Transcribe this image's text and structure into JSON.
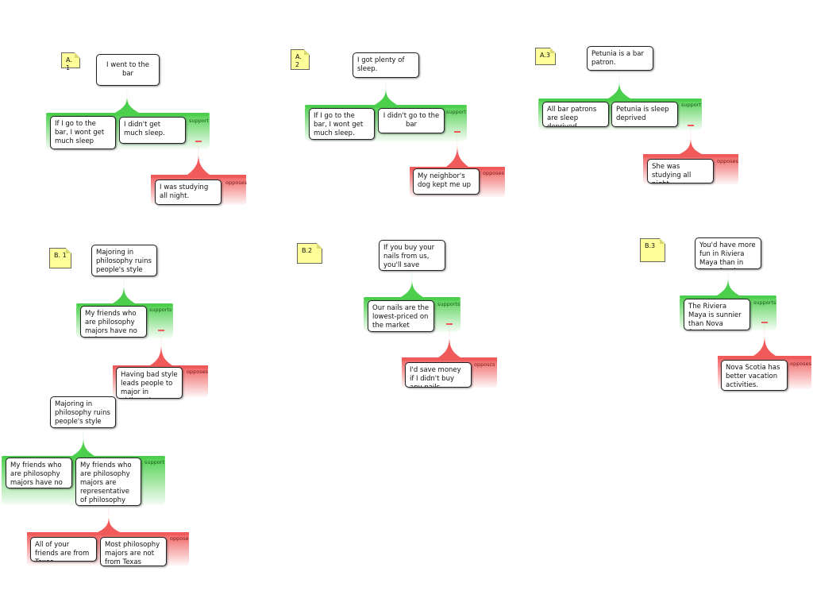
{
  "labels": {
    "a1": "A. 1",
    "a2": "A.\n2",
    "a3": "A.3",
    "b1": "B. 1",
    "b2": "B.2",
    "b3": "B.3"
  },
  "claims": {
    "a1_main": "I went to the bar",
    "a1_reason1": "If I go to the bar, I wont get much sleep",
    "a1_reason2": "I didn't get much sleep.",
    "a1_objection": "I was studying all night.",
    "a2_main": "I got plenty of sleep.",
    "a2_reason1": "If I go to the bar, I wont get much sleep.",
    "a2_reason2": "I didn't go to the bar",
    "a2_objection": "My neighbor's dog kept me up",
    "a3_main": "Petunia is a bar patron.",
    "a3_reason1": "All bar patrons are sleep deprived",
    "a3_reason2": "Petunia is sleep deprived",
    "a3_objection": "She was studying all night.",
    "b1_main": "Majoring in philosophy ruins people's style",
    "b1_reason": "My friends who are philosophy majors have no style",
    "b1_objection": "Having bad style leads people to major in philosophy",
    "b1b_main": "Majoring in philosophy ruins people's style",
    "b1b_reason1": "My friends who are philosophy majors have no style.",
    "b1b_reason2": "My friends who are philosophy majors are representative of philosophy majors.",
    "b1b_objection1": "All of your friends are from Texas",
    "b1b_objection2": "Most philosophy majors are not from Texas",
    "b2_main": "If you buy your nails from us, you'll save money",
    "b2_reason": "Our nails are the lowest-priced on the market",
    "b2_objection": "I'd save money if I didn't buy any nails",
    "b3_main": "You'd have more fun in Riviera Maya than in Nova Scotia",
    "b3_reason": "The Riviera Maya is sunnier than Nova Scotia",
    "b3_objection": "Nova Scotia has better vacation activities."
  },
  "tags": {
    "a1_support": "support",
    "a1_oppose": "opposes",
    "a2_support": "support",
    "a2_oppose": "opposes",
    "a3_support": "support",
    "a3_oppose": "opposes",
    "b1_support": "supports",
    "b1_oppose": "opposes",
    "b1b_support": "support",
    "b1b_oppose": "oppose",
    "b2_support": "supports",
    "b2_oppose": "opposcs",
    "b3_support": "supports",
    "b3_oppose": "opposes"
  },
  "colors": {
    "support": "#55d655",
    "oppose": "#f06060",
    "label_bg": "#ffff99"
  }
}
